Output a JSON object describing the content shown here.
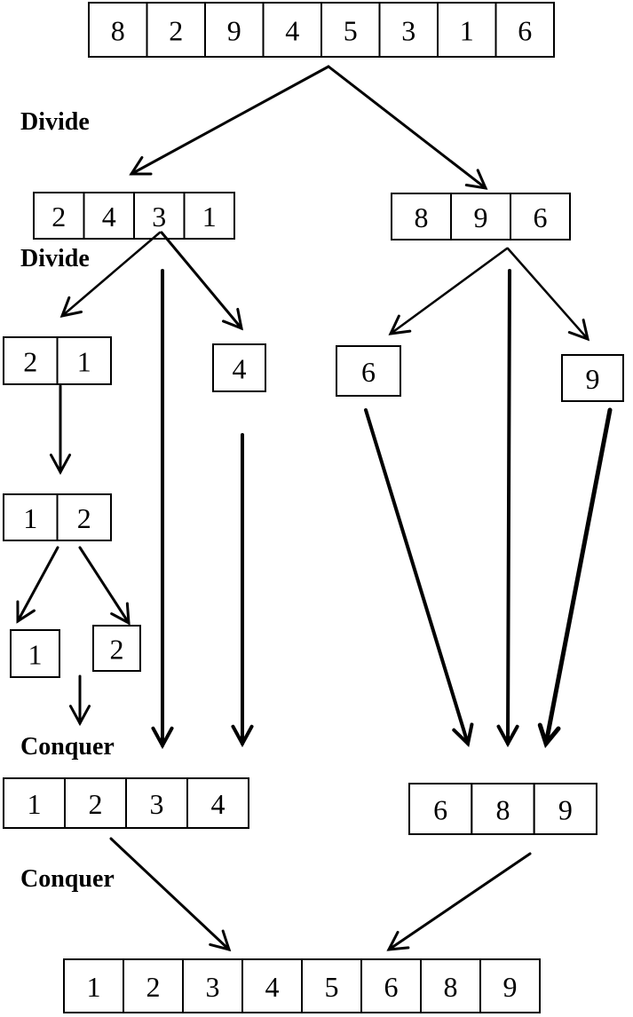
{
  "labels": {
    "divide_1": "Divide",
    "divide_2": "Divide",
    "conquer_1": "Conquer",
    "conquer_2": "Conquer"
  },
  "arrays": {
    "initial": [
      "8",
      "2",
      "9",
      "4",
      "5",
      "3",
      "1",
      "6"
    ],
    "left_split": [
      "2",
      "4",
      "3",
      "1"
    ],
    "right_split": [
      "8",
      "9",
      "6"
    ],
    "left_pair": [
      "2",
      "1"
    ],
    "single_four": [
      "4"
    ],
    "single_six": [
      "6"
    ],
    "single_nine": [
      "9"
    ],
    "sorted_pair": [
      "1",
      "2"
    ],
    "single_one": [
      "1"
    ],
    "single_two": [
      "2"
    ],
    "left_merged": [
      "1",
      "2",
      "3",
      "4"
    ],
    "right_merged": [
      "6",
      "8",
      "9"
    ],
    "final": [
      "1",
      "2",
      "3",
      "4",
      "5",
      "6",
      "8",
      "9"
    ]
  },
  "colors": {
    "ink": "#000000",
    "background": "#ffffff"
  }
}
